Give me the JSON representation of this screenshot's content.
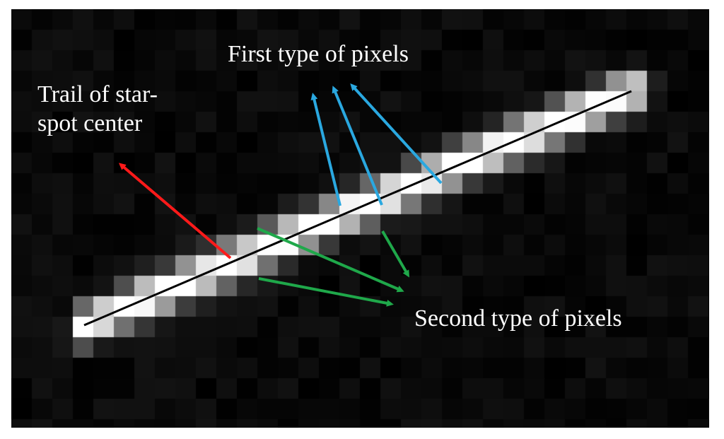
{
  "labels": {
    "first_type": "First type of pixels",
    "trail": "Trail of star-\nspot center",
    "second_type": "Second type of pixels"
  },
  "colors": {
    "background": "#000000",
    "trail_line": "#000000",
    "trail_arrow": "#ff1a1a",
    "first_type_arrows": "#2aa8e0",
    "second_type_arrows": "#1fa84a",
    "label_text": "#ffffff"
  }
}
